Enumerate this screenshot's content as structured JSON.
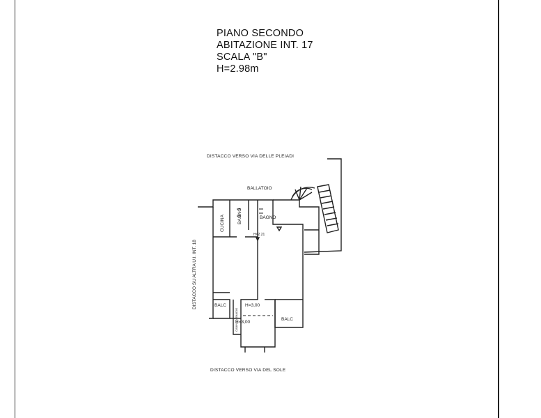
{
  "title": {
    "line1": "PIANO SECONDO",
    "line2": "ABITAZIONE INT. 17",
    "line3": "SCALA \"B\"",
    "line4": "H=2.98m"
  },
  "plan": {
    "top_label": "DISTACCO VERSO VIA DELLE PLEIADI",
    "bottom_label": "DISTACCO VERSO VIA DEL SOLE",
    "side_label": "DISTACCO SU ALTRA U.I. INT. 18",
    "ballatoio": "BALLATOIO",
    "cucina": "CUCINA",
    "bagno_small": "BAGNO",
    "bagno": "BAGNO",
    "height_mid": "H=2.21",
    "balc_left": "BALC",
    "balc_right": "BALC",
    "height_h300_top": "H=3,00",
    "height_h300_bottom": "H=3,00",
    "cabina": "CABINA ARMADIO"
  }
}
